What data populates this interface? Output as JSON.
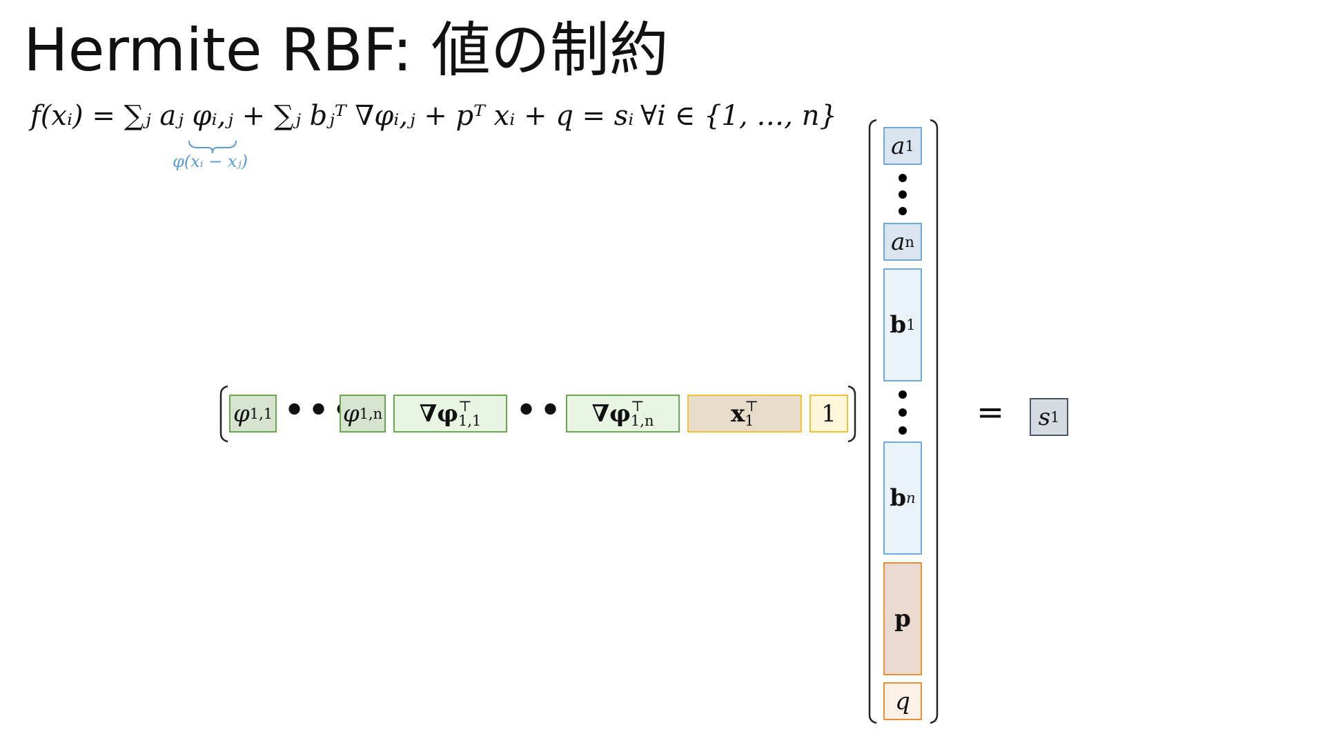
{
  "slide": {
    "title": "Hermite RBF: 値の制約",
    "equation": "f(xᵢ) = ∑ⱼ aⱼ φᵢ,ⱼ + ∑ⱼ bⱼᵀ ∇φᵢ,ⱼ + pᵀ xᵢ + q = sᵢ",
    "quantifier": "∀i ∈ {1, …, n}",
    "brace_annotation": "φ(xᵢ − xⱼ)"
  },
  "row_vector": {
    "phi_first": {
      "base": "φ",
      "sub": "1,1"
    },
    "phi_last": {
      "base": "φ",
      "sub": "1,n"
    },
    "grad_first": {
      "base": "∇φ",
      "sup": "⊤",
      "sub": "1,1"
    },
    "grad_last": {
      "base": "∇φ",
      "sup": "⊤",
      "sub": "1,n"
    },
    "x_first": {
      "base": "x",
      "sup": "⊤",
      "sub": "1"
    },
    "one": "1",
    "ellipsis": "•••"
  },
  "column_vector": {
    "a_first": {
      "base": "a",
      "sub": "1"
    },
    "a_last": {
      "base": "a",
      "sub": "n"
    },
    "b_first": {
      "base": "b",
      "sub": "1"
    },
    "b_last": {
      "base": "b",
      "sub": "n"
    },
    "p": "p",
    "q": "q"
  },
  "equals": "=",
  "rhs": {
    "base": "s",
    "sub": "1"
  },
  "colors": {
    "phi_fill": "#d5e3cf",
    "phi_border": "#6aa84f",
    "grad_fill": "#e9f5e3",
    "grad_border": "#6aa84f",
    "x_fill": "#e6dcc9",
    "x_border": "#f1c232",
    "one_fill": "#fff7dc",
    "one_border": "#f1c232",
    "a_fill": "#dae5f0",
    "a_border": "#6fa8dc",
    "b_fill": "#eaf2fa",
    "b_border": "#6fa8dc",
    "p_fill": "#ead9cf",
    "p_border": "#e69138",
    "q_fill": "#fdf0e6",
    "q_border": "#e69138",
    "s_fill": "#d6dbe1",
    "s_border": "#4a5463",
    "annotation": "#5b9bd5"
  }
}
